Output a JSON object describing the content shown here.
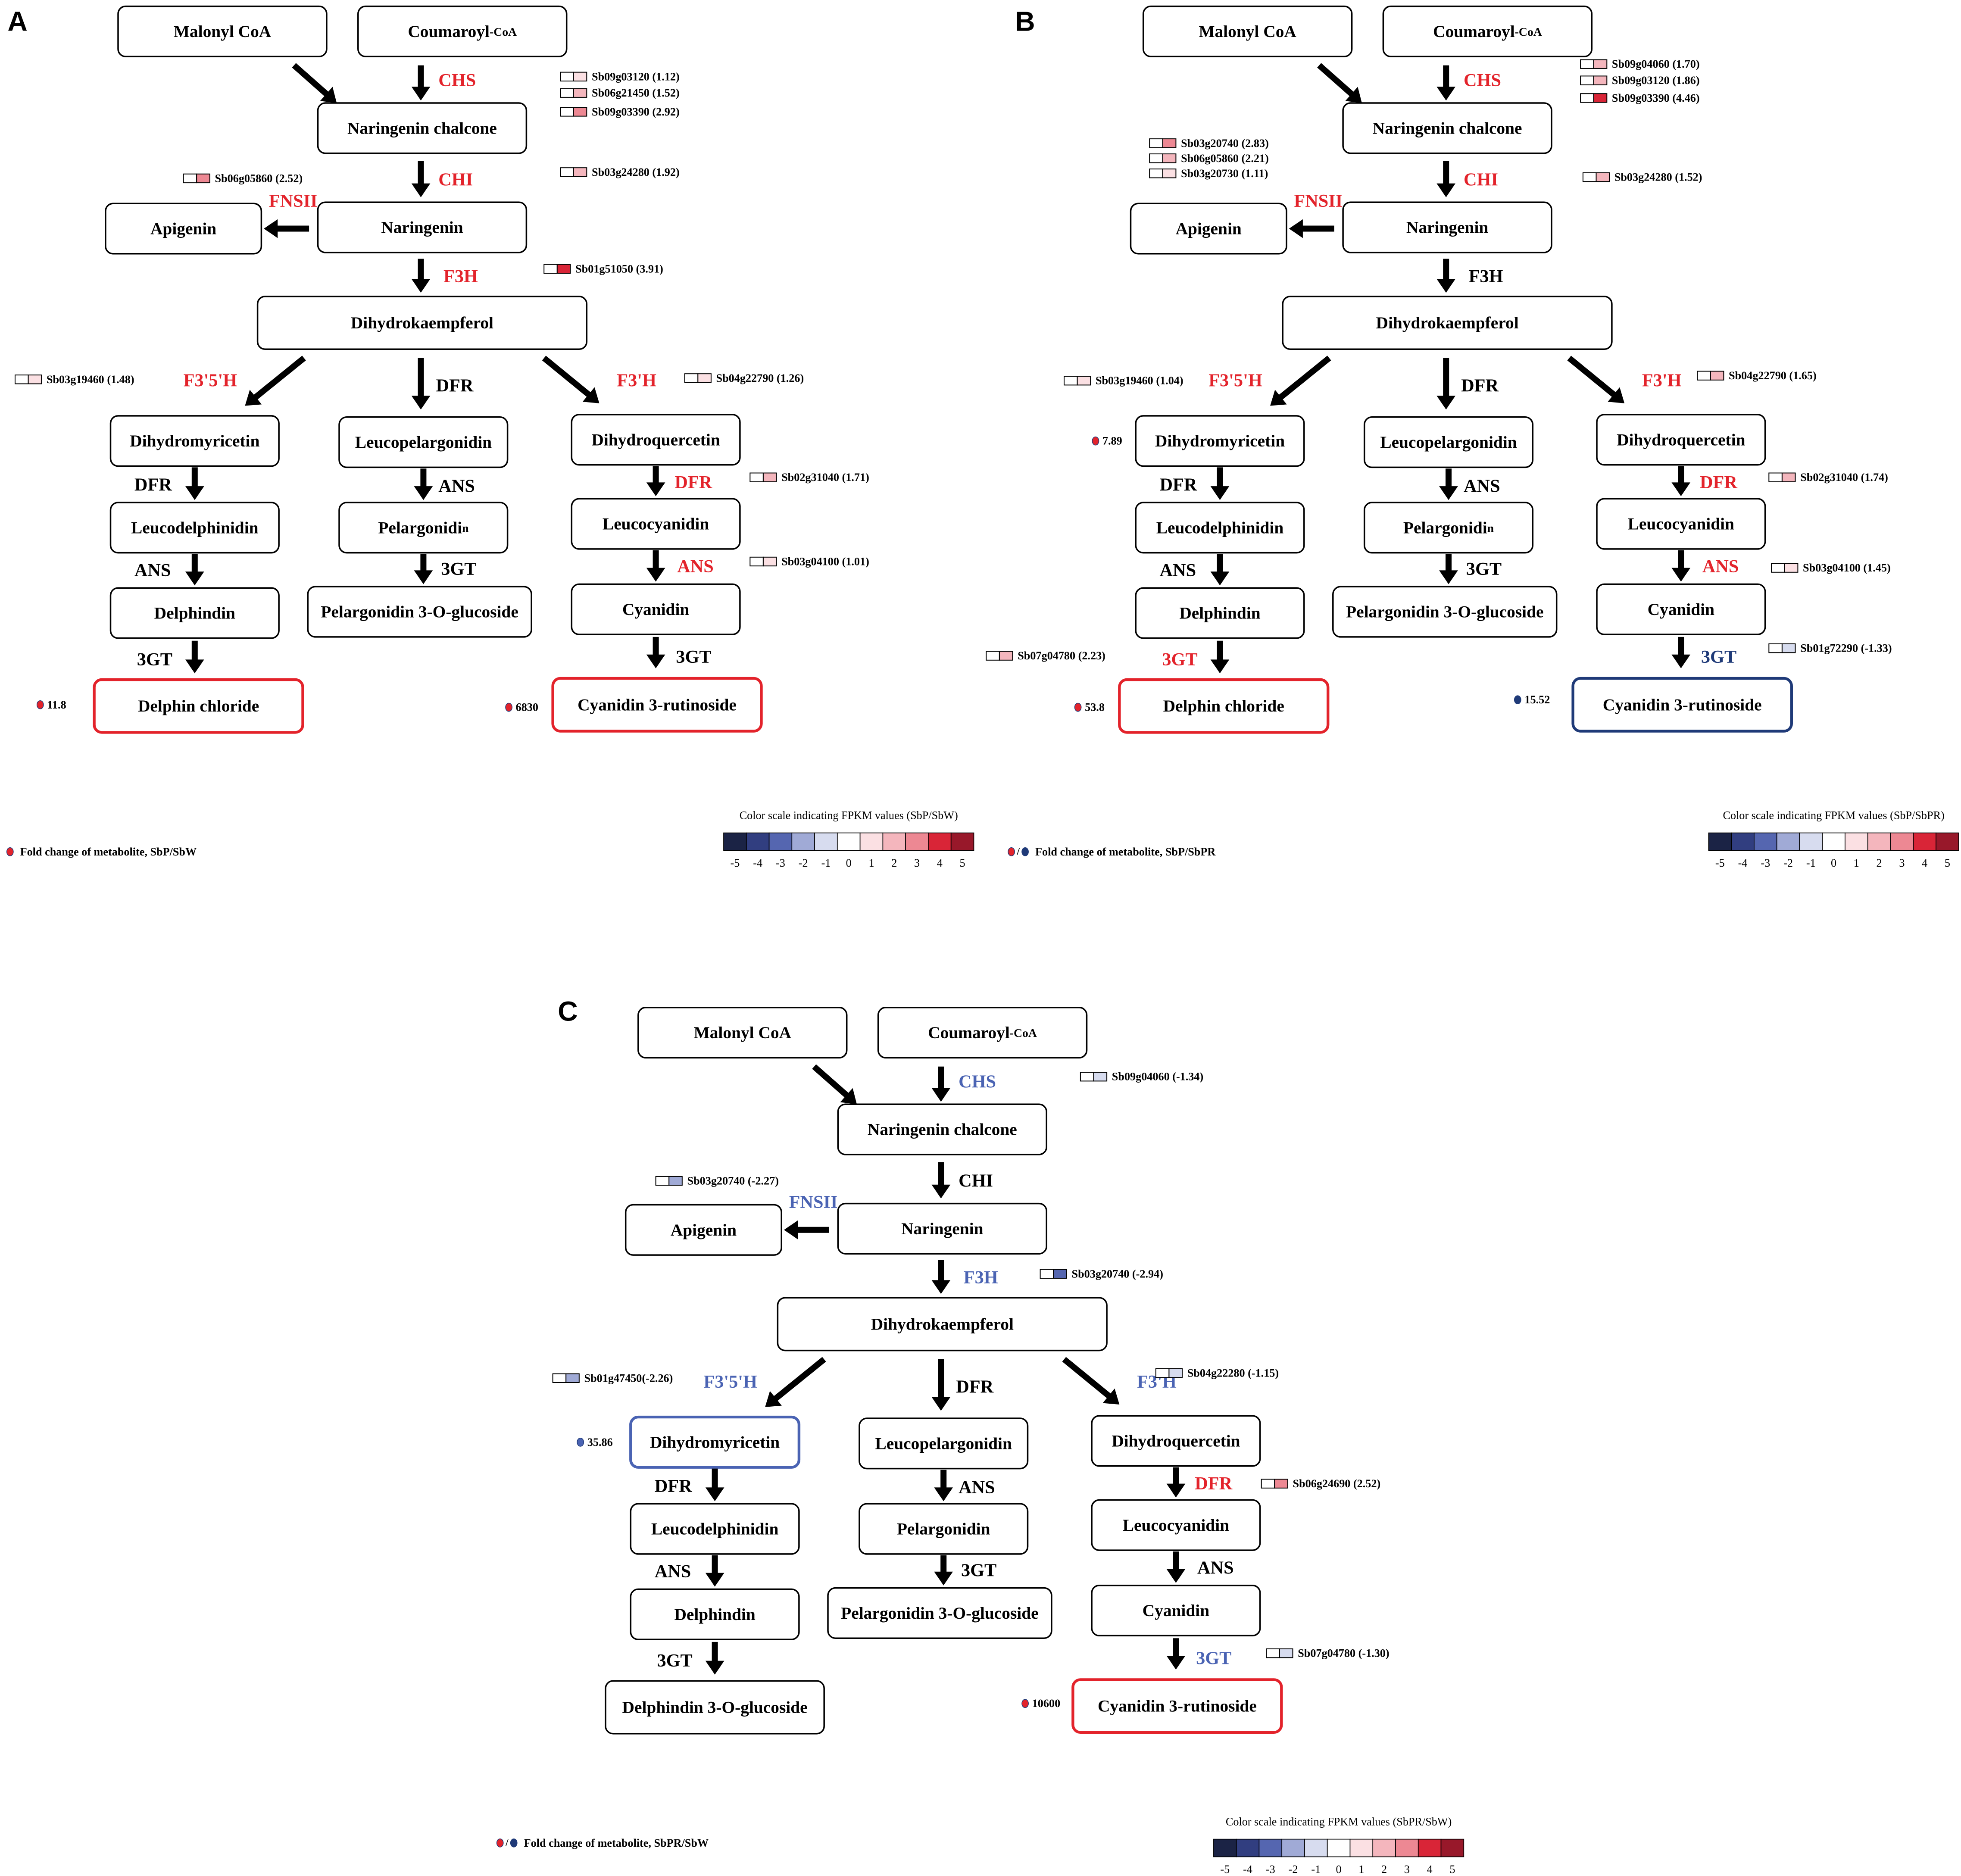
{
  "colors": {
    "red": "#e3232b",
    "blue": "#4a63b3",
    "navy": "#1f3a78",
    "dark": "#000000"
  },
  "scale_colors": [
    "#1b2345",
    "#313e80",
    "#5566b0",
    "#a0aad6",
    "#d7dcef",
    "#ffffff",
    "#fbe0e3",
    "#f4b6bd",
    "#ed8893",
    "#d92537",
    "#98182a"
  ],
  "scale_ticks": [
    "-5",
    "-4",
    "-3",
    "-2",
    "-1",
    "0",
    "1",
    "2",
    "3",
    "4",
    "5"
  ],
  "panels": [
    {
      "letter": "A",
      "compound_names": {
        "malonyl": "Malonyl CoA",
        "coumaroyl_main": "Coumaroyl",
        "coumaroyl_sub": "-CoA",
        "chalcone": "Naringenin chalcone",
        "naringenin": "Naringenin",
        "apigenin": "Apigenin",
        "dhk": "Dihydrokaempferol",
        "dhm": "Dihydromyricetin",
        "leucopel": "Leucopelargonidin",
        "dhq": "Dihydroquercetin",
        "leucodel": "Leucodelphinidin",
        "pel_main": "Pelargonidi",
        "pel_sub": "n",
        "leucocy": "Leucocyanidin",
        "delphindin": "Delphindin",
        "pel3glc": "Pelargonidin 3-O-glucoside",
        "cyanidin": "Cyanidin",
        "left_end": "Delphin chloride",
        "right_end": "Cyanidin 3-rutinoside"
      },
      "enzymes": {
        "chs": "CHS",
        "chi": "CHI",
        "fnsii": "FNSII",
        "f3h": "F3H",
        "f35h": "F3'5'H",
        "dfr_mid": "DFR",
        "f3ph": "F3'H",
        "dfr_left": "DFR",
        "ans_mid": "ANS",
        "dfr_right": "DFR",
        "ans_left": "ANS",
        "gt_mid": "3GT",
        "ans_right": "ANS",
        "gt_left": "3GT",
        "gt_right": "3GT"
      },
      "enzyme_states": {
        "chs": "red",
        "chi": "red",
        "fnsii": "red",
        "f3h": "red",
        "f35h": "red",
        "dfr_mid": "dark",
        "f3ph": "red",
        "dfr_left": "dark",
        "ans_mid": "dark",
        "dfr_right": "red",
        "ans_left": "dark",
        "gt_mid": "dark",
        "ans_right": "red",
        "gt_left": "dark",
        "gt_right": "dark"
      },
      "genes": [
        {
          "label": "Sb09g03120 (1.12)",
          "value": 1.12
        },
        {
          "label": "Sb06g21450 (1.52)",
          "value": 1.52
        },
        {
          "label": "Sb09g03390 (2.92)",
          "value": 2.92
        },
        {
          "label": "Sb06g05860 (2.52)",
          "value": 2.52
        },
        {
          "label": "Sb03g24280 (1.92)",
          "value": 1.92
        },
        {
          "label": "Sb01g51050 (3.91)",
          "value": 3.91
        },
        {
          "label": "Sb03g19460 (1.48)",
          "value": 1.48
        },
        {
          "label": "Sb04g22790 (1.26)",
          "value": 1.26
        },
        {
          "label": "Sb02g31040 (1.71)",
          "value": 1.71
        },
        {
          "label": "Sb03g04100 (1.01)",
          "value": 1.01
        }
      ],
      "metabolites": [
        {
          "value": "11.8",
          "state": "red"
        },
        {
          "value": "6830",
          "state": "red"
        }
      ],
      "legend_fold": "Fold change of metabolite, SbP/SbW",
      "legend_fold_dots": [
        "red"
      ],
      "scale_title": "Color scale indicating FPKM values (SbP/SbW)"
    },
    {
      "letter": "B",
      "compound_names": {
        "malonyl": "Malonyl CoA",
        "coumaroyl_main": "Coumaroyl",
        "coumaroyl_sub": "-CoA",
        "chalcone": "Naringenin chalcone",
        "naringenin": "Naringenin",
        "apigenin": "Apigenin",
        "dhk": "Dihydrokaempferol",
        "dhm": "Dihydromyricetin",
        "leucopel": "Leucopelargonidin",
        "dhq": "Dihydroquercetin",
        "leucodel": "Leucodelphinidin",
        "pel_main": "Pelargonidi",
        "pel_sub": "n",
        "leucocy": "Leucocyanidin",
        "delphindin": "Delphindin",
        "pel3glc": "Pelargonidin 3-O-glucoside",
        "cyanidin": "Cyanidin",
        "left_end": "Delphin chloride",
        "right_end": "Cyanidin 3-rutinoside"
      },
      "enzymes": {
        "chs": "CHS",
        "chi": "CHI",
        "fnsii": "FNSII",
        "f3h": "F3H",
        "f35h": "F3'5'H",
        "dfr_mid": "DFR",
        "f3ph": "F3'H",
        "dfr_left": "DFR",
        "ans_mid": "ANS",
        "dfr_right": "DFR",
        "ans_left": "ANS",
        "gt_mid": "3GT",
        "ans_right": "ANS",
        "gt_left": "3GT",
        "gt_right": "3GT"
      },
      "enzyme_states": {
        "chs": "red",
        "chi": "red",
        "fnsii": "red",
        "f3h": "dark",
        "f35h": "red",
        "dfr_mid": "dark",
        "f3ph": "red",
        "dfr_left": "dark",
        "ans_mid": "dark",
        "dfr_right": "red",
        "ans_left": "dark",
        "gt_mid": "dark",
        "ans_right": "red",
        "gt_left": "red",
        "gt_right": "navy"
      },
      "genes": [
        {
          "label": "Sb09g04060 (1.70)",
          "value": 1.7
        },
        {
          "label": "Sb09g03120 (1.86)",
          "value": 1.86
        },
        {
          "label": "Sb09g03390 (4.46)",
          "value": 4.46
        },
        {
          "label": "Sb03g20740 (2.83)",
          "value": 2.83
        },
        {
          "label": "Sb06g05860 (2.21)",
          "value": 2.21
        },
        {
          "label": "Sb03g20730 (1.11)",
          "value": 1.11
        },
        {
          "label": "Sb03g24280 (1.52)",
          "value": 1.52
        },
        {
          "label": "Sb03g19460 (1.04)",
          "value": 1.04
        },
        {
          "label": "Sb04g22790 (1.65)",
          "value": 1.65
        },
        {
          "label": "Sb02g31040 (1.74)",
          "value": 1.74
        },
        {
          "label": "Sb03g04100 (1.45)",
          "value": 1.45
        },
        {
          "label": "Sb07g04780 (2.23)",
          "value": 2.23
        },
        {
          "label": "Sb01g72290 (-1.33)",
          "value": -1.33
        }
      ],
      "metabolites": [
        {
          "value": "7.89",
          "state": "red"
        },
        {
          "value": "53.8",
          "state": "red"
        },
        {
          "value": "15.52",
          "state": "navy"
        }
      ],
      "legend_fold": "Fold change of metabolite, SbP/SbPR",
      "legend_fold_dots": [
        "red",
        "navy"
      ],
      "scale_title": "Color scale indicating FPKM values (SbP/SbPR)"
    },
    {
      "letter": "C",
      "compound_names": {
        "malonyl": "Malonyl CoA",
        "coumaroyl_main": "Coumaroyl",
        "coumaroyl_sub": "-CoA",
        "chalcone": "Naringenin chalcone",
        "naringenin": "Naringenin",
        "apigenin": "Apigenin",
        "dhk": "Dihydrokaempferol",
        "dhm": "Dihydromyricetin",
        "leucopel": "Leucopelargonidin",
        "dhq": "Dihydroquercetin",
        "leucodel": "Leucodelphinidin",
        "pel_main": "Pelargonidin",
        "pel_sub": "",
        "leucocy": "Leucocyanidin",
        "delphindin": "Delphindin",
        "pel3glc": "Pelargonidin 3-O-glucoside",
        "cyanidin": "Cyanidin",
        "left_end": "Delphindin 3-O-glucoside",
        "right_end": "Cyanidin 3-rutinoside"
      },
      "enzymes": {
        "chs": "CHS",
        "chi": "CHI",
        "fnsii": "FNSII",
        "f3h": "F3H",
        "f35h": "F3'5'H",
        "dfr_mid": "DFR",
        "f3ph": "F3'H",
        "dfr_left": "DFR",
        "ans_mid": "ANS",
        "dfr_right": "DFR",
        "ans_left": "ANS",
        "gt_mid": "3GT",
        "ans_right": "ANS",
        "gt_left": "3GT",
        "gt_right": "3GT"
      },
      "enzyme_states": {
        "chs": "blue",
        "chi": "dark",
        "fnsii": "blue",
        "f3h": "blue",
        "f35h": "blue",
        "dfr_mid": "dark",
        "f3ph": "blue",
        "dfr_left": "dark",
        "ans_mid": "dark",
        "dfr_right": "red",
        "ans_left": "dark",
        "gt_mid": "dark",
        "ans_right": "dark",
        "gt_left": "dark",
        "gt_right": "blue"
      },
      "genes": [
        {
          "label": "Sb09g04060 (-1.34)",
          "value": -1.34
        },
        {
          "label": "Sb03g20740 (-2.27)",
          "value": -2.27
        },
        {
          "label": "Sb03g20740 (-2.94)",
          "value": -2.94
        },
        {
          "label": "Sb01g47450(-2.26)",
          "value": -2.26
        },
        {
          "label": "Sb04g22280 (-1.15)",
          "value": -1.15
        },
        {
          "label": "Sb06g24690 (2.52)",
          "value": 2.52
        },
        {
          "label": "Sb07g04780 (-1.30)",
          "value": -1.3
        }
      ],
      "metabolites": [
        {
          "value": "35.86",
          "state": "blue"
        },
        {
          "value": "10600",
          "state": "red"
        }
      ],
      "legend_fold": "Fold change of metabolite, SbPR/SbW",
      "legend_fold_dots": [
        "red",
        "navy"
      ],
      "scale_title": "Color scale indicating FPKM values (SbPR/SbW)"
    }
  ]
}
